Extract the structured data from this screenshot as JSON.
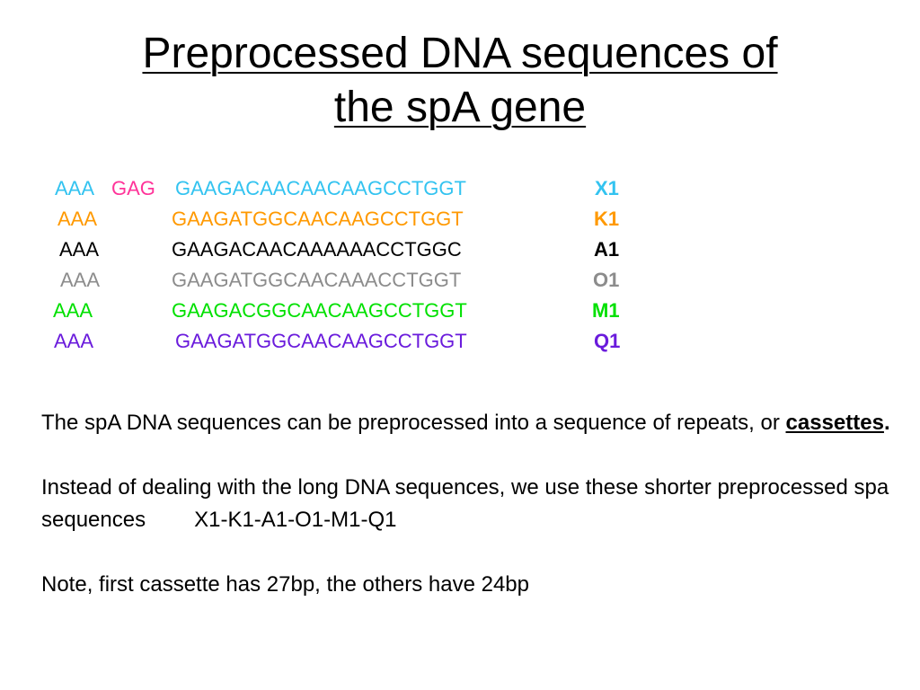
{
  "title": {
    "line1": "Preprocessed DNA sequences of",
    "line2": "the spA gene"
  },
  "colors": {
    "x1": "#33c3f0",
    "gag": "#ff3399",
    "k1": "#ff9900",
    "a1": "#000000",
    "o1": "#8c8c8c",
    "m1": "#00e000",
    "q1": "#6a1bdc"
  },
  "sequences": [
    {
      "prefix": "AAA",
      "insert": "GAG",
      "seq": "GAAGACAACAACAAGCCTGGT",
      "code": "X1"
    },
    {
      "prefix": "AAA",
      "seq": "GAAGATGGCAACAAGCCTGGT",
      "code": "K1"
    },
    {
      "prefix": "AAA",
      "seq": "GAAGACAACAAAAAACCTGGC",
      "code": "A1"
    },
    {
      "prefix": "AAA",
      "seq": "GAAGATGGCAACAAACCTGGT",
      "code": "O1"
    },
    {
      "prefix": "AAA",
      "seq": "GAAGACGGCAACAAGCCTGGT",
      "code": "M1"
    },
    {
      "prefix": "AAA",
      "seq": "GAAGATGGCAACAAGCCTGGT",
      "code": "Q1"
    }
  ],
  "body": {
    "p1_text": "The spA DNA sequences can be preprocessed into a sequence of repeats, or ",
    "p1_emph": "cassettes",
    "p1_end": ".",
    "p2_text": "Instead of dealing with the long DNA sequences, we use these shorter preprocessed spa sequences",
    "p2_code": "X1-K1-A1-O1-M1-Q1",
    "p3_text": "Note, first cassette has 27bp, the others have 24bp"
  }
}
